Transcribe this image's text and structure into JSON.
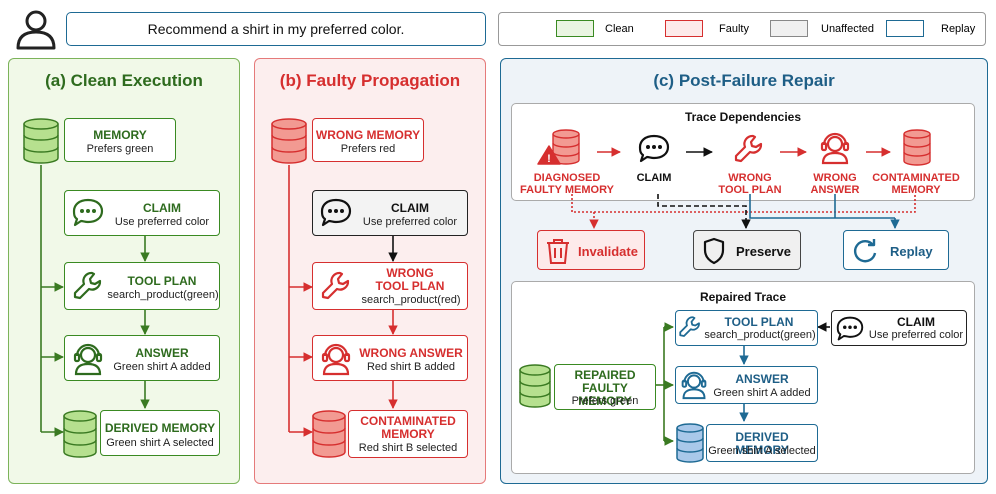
{
  "header": {
    "query": "Recommend a shirt in my preferred color."
  },
  "legend": {
    "items": [
      {
        "label": "Clean",
        "color": "#3a8a22",
        "fill": "#eaf5e2"
      },
      {
        "label": "Faulty",
        "color": "#d62f2f",
        "fill": "#fdeaea"
      },
      {
        "label": "Unaffected",
        "color": "#888888",
        "fill": "#f0f0f0"
      },
      {
        "label": "Replay",
        "color": "#1e6a94",
        "fill": "#ffffff"
      }
    ]
  },
  "panel_a": {
    "title": "(a) Clean Execution",
    "memory": {
      "title": "MEMORY",
      "sub": "Prefers green"
    },
    "claim": {
      "title": "CLAIM",
      "sub": "Use preferred color"
    },
    "tool_plan": {
      "title": "TOOL PLAN",
      "sub": "search_product(green)"
    },
    "answer": {
      "title": "ANSWER",
      "sub": "Green shirt A added"
    },
    "derived": {
      "title": "DERIVED MEMORY",
      "sub": "Green shirt A selected"
    }
  },
  "panel_b": {
    "title": "(b) Faulty Propagation",
    "memory": {
      "title": "WRONG MEMORY",
      "sub": "Prefers red"
    },
    "claim": {
      "title": "CLAIM",
      "sub": "Use preferred color"
    },
    "tool_plan": {
      "title_1": "WRONG",
      "title_2": "TOOL PLAN",
      "sub": "search_product(red)"
    },
    "answer": {
      "title": "WRONG ANSWER",
      "sub": "Red shirt B added"
    },
    "derived": {
      "title_1": "CONTAMINATED",
      "title_2": "MEMORY",
      "sub": "Red shirt B selected"
    }
  },
  "panel_c": {
    "title": "(c) Post-Failure Repair",
    "trace": {
      "title": "Trace Dependencies",
      "n1": {
        "l1": "DIAGNOSED",
        "l2": "FAULTY MEMORY"
      },
      "n2": {
        "l1": "CLAIM"
      },
      "n3": {
        "l1": "WRONG",
        "l2": "TOOL PLAN"
      },
      "n4": {
        "l1": "WRONG",
        "l2": "ANSWER"
      },
      "n5": {
        "l1": "CONTAMINATED",
        "l2": "MEMORY"
      }
    },
    "actions": {
      "invalidate": "Invalidate",
      "preserve": "Preserve",
      "replay": "Replay"
    },
    "repaired": {
      "title": "Repaired Trace",
      "memory": {
        "l1": "REPAIRED",
        "l2": "FAULTY MEMORY",
        "sub": "Prefers green"
      },
      "tool_plan": {
        "title": "TOOL PLAN",
        "sub": "search_product(green)"
      },
      "claim": {
        "title": "CLAIM",
        "sub": "Use preferred color"
      },
      "answer": {
        "title": "ANSWER",
        "sub": "Green shirt A added"
      },
      "derived": {
        "title": "DERIVED MEMORY",
        "sub": "Green shirt A selected"
      }
    }
  }
}
